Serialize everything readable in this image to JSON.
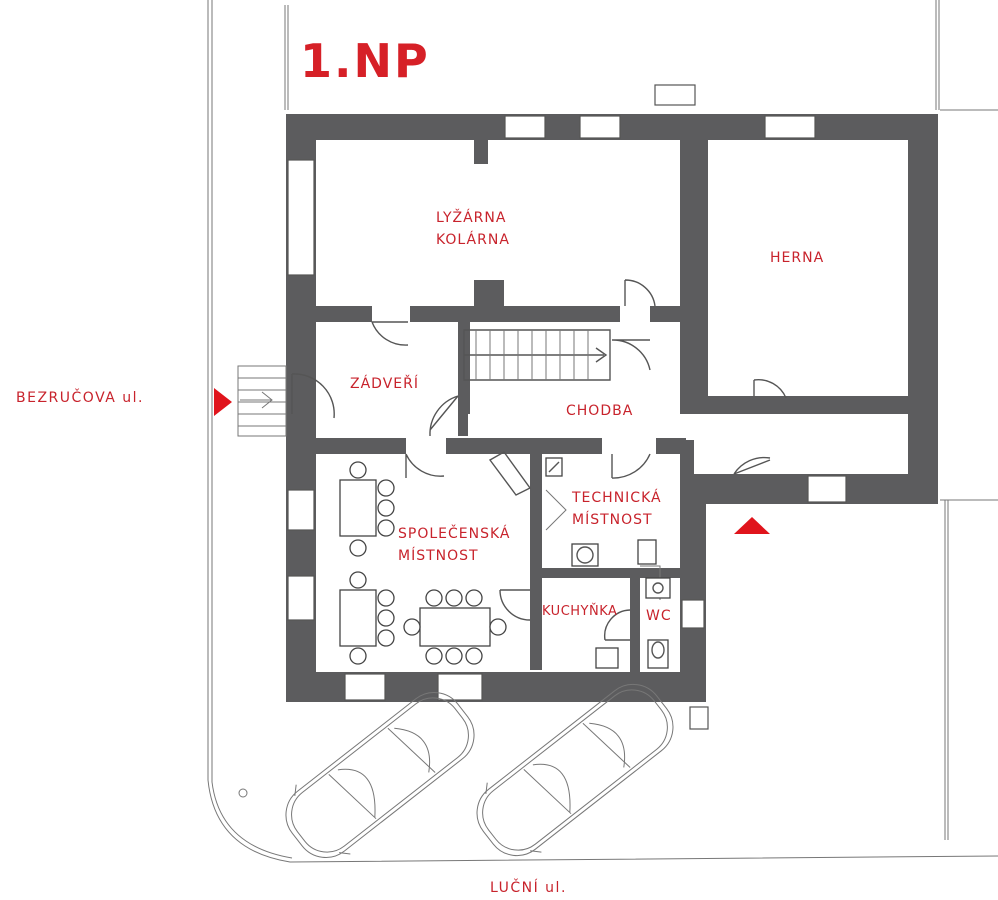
{
  "title": "1.NP",
  "rooms": {
    "lyzarna_line1": "LYŽÁRNA",
    "lyzarna_line2": "KOLÁRNA",
    "herna": "HERNA",
    "zadveri": "ZÁDVEŘÍ",
    "chodba": "CHODBA",
    "technicka_line1": "TECHNICKÁ",
    "technicka_line2": "MÍSTNOST",
    "spolecenska_line1": "SPOLEČENSKÁ",
    "spolecenska_line2": "MÍSTNOST",
    "kuchynka": "KUCHYŇKA",
    "wc": "WC"
  },
  "streets": {
    "west": "BEZRUČOVA ul.",
    "south": "LUČNÍ ul."
  },
  "colors": {
    "wall": "#5c5c5e",
    "label": "#c8232c",
    "marker": "#e0141c"
  }
}
